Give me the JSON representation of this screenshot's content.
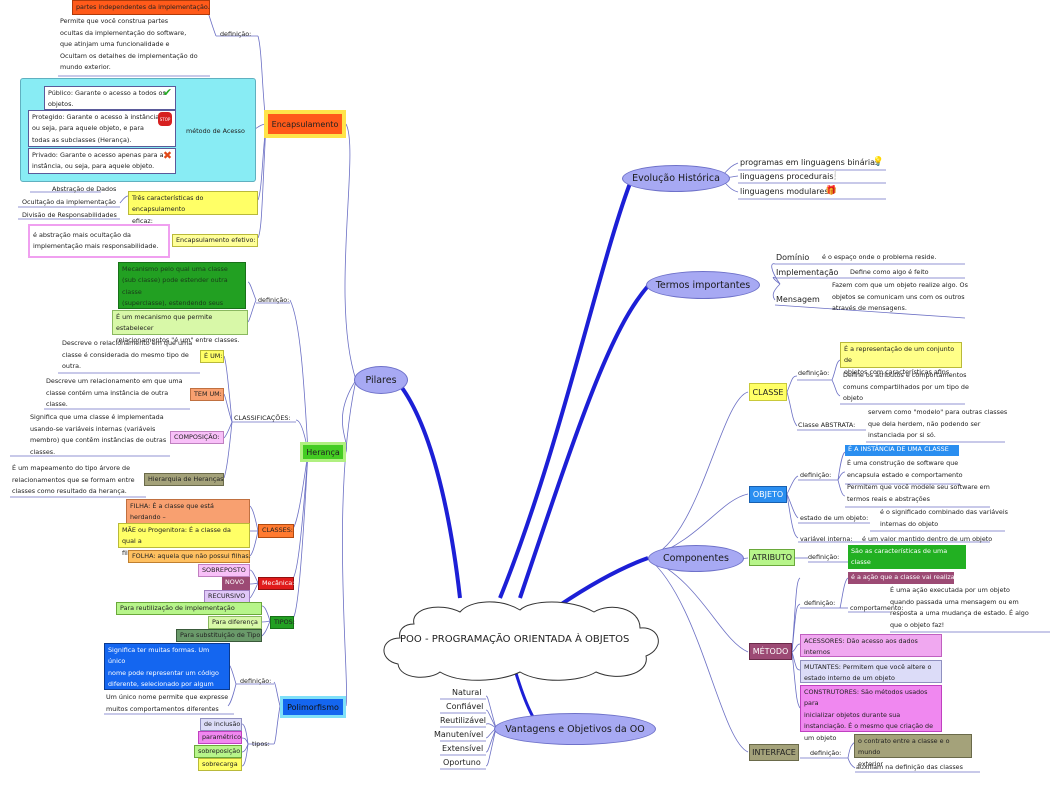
{
  "central": {
    "title": "POO - PROGRAMAÇÃO ORIENTADA À OBJETOS"
  },
  "colors": {
    "node_ellipse": "#a7a9f3",
    "trunk": "#1c1fd6",
    "sub_line": "#6b6fc4"
  },
  "evolucao": {
    "title": "Evolução Histórica",
    "items": [
      "programas em linguagens binárias",
      "linguagens procedurais",
      "linguagens modulares"
    ],
    "icons": [
      "lightbulb-icon",
      "exclamation-icon",
      "gift-icon"
    ]
  },
  "termos": {
    "title": "Termos importantes",
    "items": [
      {
        "term": "Domínio",
        "desc": "é o espaço onde o problema reside."
      },
      {
        "term": "Implementação",
        "desc": "Define como algo é feito"
      },
      {
        "term": "Mensagem",
        "desc": "Fazem com que um objeto realize algo. Os\nobjetos se comunicam uns com os outros\natravés de mensagens."
      }
    ]
  },
  "componentes": {
    "title": "Componentes",
    "classe": {
      "label": "CLASSE",
      "definicao_label": "definição:",
      "def1": "É a representação de um conjunto de\nobjetos com características afins",
      "def2": "Define os atributos e comportamentos\ncomuns compartilhados por um tipo de\nobjeto",
      "abstrata_label": "Classe ABSTRATA:",
      "abstrata": "servem como \"modelo\" para outras classes\nque dela herdem, não podendo ser\ninstanciada por si só."
    },
    "objeto": {
      "label": "OBJETO",
      "definicao_label": "definição:",
      "def1": "É A INSTÂNCIA DE UMA CLASSE",
      "def2": "É uma construção de software que\nencapsula estado e comportamento",
      "def3": "Permitem que você modele seu software em\ntermos reais e abstrações",
      "estado_label": "estado de um objeto:",
      "estado": "é o significado combinado das variáveis\ninternas do objeto",
      "variavel_label": "variável interna:",
      "variavel": "é um valor mantido dentro de um objeto"
    },
    "atributo": {
      "label": "ATRIBUTO",
      "definicao_label": "definição:",
      "def": "São as características de uma classe\nvisíveis externamente"
    },
    "metodo": {
      "label": "MÉTODO",
      "acao": "é a ação que a classe vai realizar",
      "definicao_label": "definição:",
      "comportamento_label": "comportamento:",
      "comportamento": "É uma ação executada por um objeto\nquando passada uma mensagem ou em\nresposta a uma mudança de estado. É algo\nque o objeto faz!",
      "acessores": "ACESSORES: Dão acesso aos dados internos\nde um objeto",
      "mutantes": "MUTANTES: Permitem que você altere o\nestado interno de um objeto",
      "construtores": "CONSTRUTORES: São métodos usados para\ninicializar objetos durante sua\ninstanciação. É o mesmo que criação de\num objeto"
    },
    "interface": {
      "label": "INTERFACE",
      "definicao_label": "definição:",
      "def1": "o contrato entre a classe e o mundo\nexterior",
      "def2": "auxiliam na definição das classes"
    }
  },
  "vantagens": {
    "title": "Vantagens e Objetivos da OO",
    "items": [
      "Natural",
      "Confiável",
      "Reutilizável",
      "Manutenível",
      "Extensível",
      "Oportuno"
    ]
  },
  "pilares": {
    "title": "Pilares",
    "encapsulamento": {
      "label": "Encapsulamento",
      "top_box": "partes independentes da implementação.",
      "definicao": "Permite que você construa partes\nocultas da implementação do software,\nque atinjam uma funcionalidade e\nOcultam os detalhes de implementação do\nmundo exterior.",
      "definicao_label": "definição:",
      "acesso_label": "método de Acesso",
      "publico": "Público: Garante o acesso a todos os\nobjetos.",
      "protegido": "Protegido: Garante o acesso à instância,\nou seja, para aquele objeto, e para\ntodas as subclasses (Herança).",
      "privado": "Privado: Garante o acesso apenas para a\ninstância, ou seja, para aquele objeto.",
      "stop_text": "STOP",
      "caracteristicas_label": "Três características do encapsulamento\neficaz:",
      "caracteristicas": [
        "Abstração de Dados",
        "Ocultação da implementação",
        "Divisão de Responsabilidades"
      ],
      "efetivo_label": "Encapsulamento efetivo:",
      "efetivo": "é abstração mais ocultação da\nimplementação mais responsabilidade."
    },
    "heranca": {
      "label": "Herança",
      "definicao_label": "definição:",
      "def1": "Mecanismo pelo qual uma classe\n(sub classe) pode estender outra classe\n(superclasse), estendendo seus\ncomportamentos e atributos.",
      "def2": "É um mecanismo que permite estabelecer\nrelacionamentos \"é um\" entre classes.",
      "classificacoes_label": "CLASSIFICAÇÕES:",
      "e_um_label": "É UM:",
      "e_um": "Descreve o relacionamento em que uma\nclasse é considerada do mesmo tipo de\noutra.",
      "tem_um_label": "TEM UM:",
      "tem_um": "Descreve um relacionamento em que uma\nclasse contém uma instância de outra\nclasse.",
      "composicao_label": "COMPOSIÇÃO:",
      "composicao": "Significa que uma classe é implementada\nusando-se variáveis internas (variáveis\nmembro) que contêm instâncias de outras\nclasses.",
      "hierarquia_label": "Hierarquia de Heranças",
      "hierarquia": "É um mapeamento do tipo árvore de\nrelacionamentos que se formam entre\nclasses como resultado da herança.",
      "classes_label": "CLASSES:",
      "filha": "FILHA: É a classe que está herdando –\nsubclasse",
      "mae": "MÃE ou Progenitora: É a classe da qual a\nfilha herda diretamente – superclasse",
      "folha": "FOLHA: aquela que não possui filhas.",
      "mecanica_label": "Mecânica:",
      "mecanica": [
        "SOBREPOSTO",
        "NOVO",
        "RECURSIVO"
      ],
      "tipos_label": "TIPOS:",
      "tipos": [
        "Para reutilização de implementação",
        "Para diferença",
        "Para substituição de Tipo"
      ]
    },
    "polimorfismo": {
      "label": "Polimorfismo",
      "definicao_label": "definição:",
      "def1": "Significa ter muitas formas. Um único\nnome pode representar um código\ndiferente, selecionado por algum\nmecanismo automático.",
      "def2": "Um único nome permite que expresse\nmuitos comportamentos diferentes",
      "tipos_label": "tipos:",
      "tipos": [
        "de inclusão",
        "paramétrico",
        "sobreposição",
        "sobrecarga"
      ]
    }
  }
}
